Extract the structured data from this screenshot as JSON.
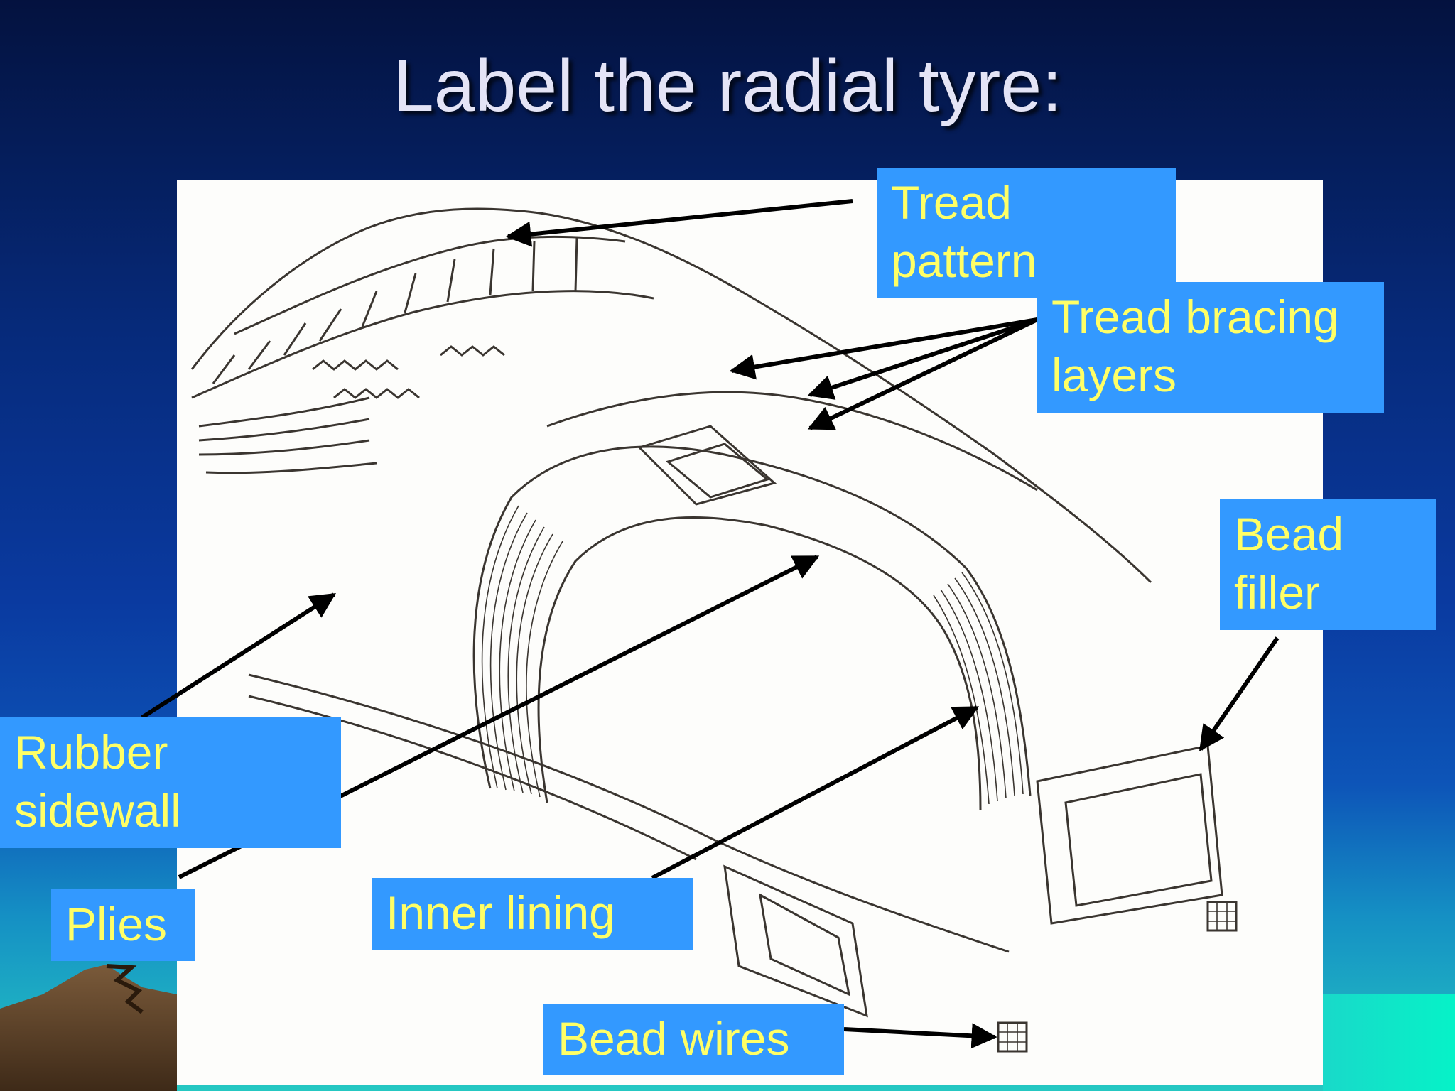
{
  "slide": {
    "title": "Label the radial tyre:"
  },
  "labels": {
    "tread_pattern": [
      "Tread",
      "pattern"
    ],
    "tread_bracing_layers": [
      "Tread bracing",
      "layers"
    ],
    "bead_filler": [
      "Bead",
      "filler"
    ],
    "rubber_sidewall": [
      "Rubber",
      "sidewall"
    ],
    "plies": "Plies",
    "inner_lining": "Inner lining",
    "bead_wires": "Bead wires"
  },
  "colors": {
    "label_background": "#3399ff",
    "label_text": "#ffff66",
    "title_text": "#e4e4f6",
    "arrow": "#000000"
  }
}
